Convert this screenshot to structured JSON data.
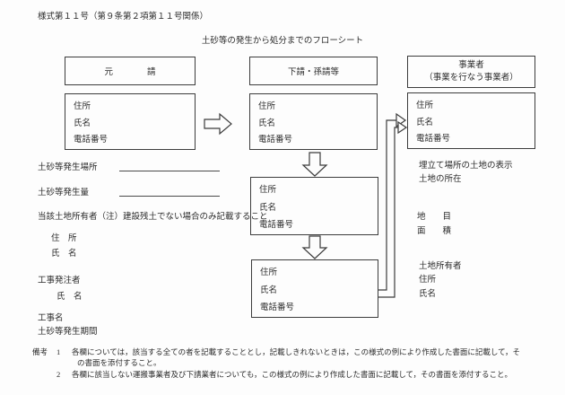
{
  "form": {
    "number": "様式第１１号（第９条第２項第１１号関係）",
    "title": "土砂等の発生から処分までのフローシート"
  },
  "headers": {
    "prime": "元　　　　請",
    "sub": "下請・孫請等",
    "operator_line1": "事業者",
    "operator_line2": "（事業を行なう事業者）"
  },
  "field_labels": {
    "address": "住所",
    "name": "氏名",
    "phone": "電話番号"
  },
  "left": {
    "source_site": "土砂等発生場所",
    "source_volume": "土砂等発生量",
    "landowner_note": "当該土地所有者（注）建設残土でない場合のみ記載すること",
    "address": "住　所",
    "name": "氏　名",
    "orderer": "工事発注者",
    "orderer_name": "氏　名",
    "project_name": "工事名",
    "period": "土砂等発生期間"
  },
  "right": {
    "landfill_title": "埋立て場所の土地の表示",
    "location": "土地の所在",
    "category": "地　　目",
    "area": "面　　積",
    "landowner": "土地所有者",
    "address": "住所",
    "name": "氏名"
  },
  "notes": {
    "label": "備考",
    "item1_num": "1",
    "item1_line1": "各欄については，該当する全ての者を記載することとし，記載しきれないときは，この様式の例により作成した書面に記載して，そ",
    "item1_line2": "の書面を添付すること。",
    "item2_num": "2",
    "item2_text": "各欄に該当しない運搬事業者及び下請業者についても，この様式の例により作成した書面に記載して，その書面を添付すること。"
  },
  "colors": {
    "line": "#3c3c3c",
    "text": "#2b2b2b",
    "background": "#fdfdfd"
  }
}
